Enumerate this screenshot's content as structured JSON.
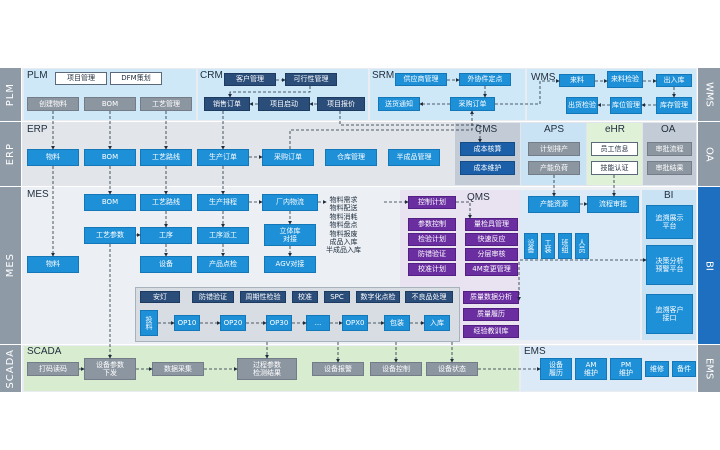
{
  "left_labels": {
    "plm": "PLM",
    "erp": "ERP",
    "mes": "MES",
    "scada": "SCADA"
  },
  "right_labels": {
    "wms": "WMS",
    "oa": "OA",
    "bi": "BI",
    "ems": "EMS"
  },
  "zones": {
    "plm": "PLM",
    "crm": "CRM",
    "srm": "SRM",
    "wms": "WMS",
    "erp": "ERP",
    "cms": "CMS",
    "aps": "APS",
    "ehr": "eHR",
    "oa": "OA",
    "mes": "MES",
    "qms": "QMS",
    "bi": "BI",
    "scada": "SCADA",
    "ems": "EMS"
  },
  "plm": {
    "project_mgmt": "项目管理",
    "dfm": "DFM策划",
    "create_material": "创建物料",
    "bom": "BOM",
    "process_mgmt": "工艺管理"
  },
  "crm": {
    "customer_mgmt": "客户管理",
    "feasibility": "可行性管理",
    "sales_order": "销售订单",
    "project_start": "项目启动",
    "project_quote": "项目报价"
  },
  "srm": {
    "supplier_mgmt": "供应商管理",
    "outsource_quote": "外协件定点",
    "delivery_notice": "送货通知",
    "purchase_order": "采购订单"
  },
  "wms": {
    "incoming": "来料",
    "incoming_inspect": "来料检验",
    "outbound": "出入库",
    "shipping_inspect": "出货检验",
    "stock_mgmt": "库位管理",
    "inventory_mgmt": "库存管理"
  },
  "erp": {
    "material": "物料",
    "bom": "BOM",
    "route": "工艺路线",
    "production_order": "生产订单",
    "purchase_order": "采购订单",
    "warehouse_mgmt": "仓库管理",
    "semi_finished": "半成品管理"
  },
  "cms": {
    "cost_accounting": "成本核算",
    "cost_maintenance": "成本维护"
  },
  "aps": {
    "planning": "计划排产",
    "capacity_load": "产能负荷",
    "capacity_resource": "产能资源",
    "process_approval": "流程审批"
  },
  "ehr": {
    "employee_info": "员工信息",
    "skill_cert": "技能认证"
  },
  "oa": {
    "approval_flow": "审批流程",
    "approval_result": "审批结果"
  },
  "mes": {
    "bom": "BOM",
    "route": "工艺路线",
    "process_params": "工艺参数",
    "process": "工序",
    "equipment": "设备",
    "production_schedule": "生产排程",
    "process_dispatch": "工序派工",
    "product_check": "产品点检",
    "factory_logistics": "厂内物流",
    "stereo_warehouse": "立体库\n对接",
    "agv": "AGV对接",
    "logistics_list": "物料需求\n物料配送\n物料消耗\n物料盘点\n物料报废\n成品入库\n半成品入库",
    "material": "物料"
  },
  "shop": {
    "andon": "安灯",
    "mistake_proof": "防错验证",
    "periodic_check": "周期性检验",
    "calibration": "校准",
    "spc": "SPC",
    "digital_check": "数字化点检",
    "defect_handling": "不良品处理",
    "feed": "投料",
    "op10": "OP10",
    "op20": "OP20",
    "op30": "OP30",
    "ellipsis": "...",
    "opx0": "OPX0",
    "packing": "包装",
    "storage": "入库"
  },
  "qms": {
    "control_plan": "控制计划",
    "param_control": "参数控制",
    "inspection_plan": "检验计划",
    "defense_verify": "防错验证",
    "calibration_plan": "校准计划",
    "quality_mgmt": "量检具管理",
    "rapid_response": "快速反应",
    "layered_audit": "分层审核",
    "change_4m": "4M变更管理",
    "quality_analysis": "质量数据分析",
    "quality_history": "质量履历",
    "experience_lib": "经验教训库"
  },
  "mes_res": {
    "equipment": "设备",
    "tooling": "工装",
    "team": "班组",
    "personnel": "人员"
  },
  "bi": {
    "tracking_platform": "追溯展示\n平台",
    "decision_platform": "决策分析\n预警平台",
    "customer_interface": "追溯客户\n接口"
  },
  "scada": {
    "scan_code": "打码读码",
    "param_dispatch": "设备参数\n下发",
    "data_collect": "数据采集",
    "process_params": "过程参数\n检测结果",
    "equipment_alarm": "设备报警",
    "equipment_control": "设备控制",
    "equipment_status": "设备状态"
  },
  "ems": {
    "equipment_record": "设备\n履历",
    "am_maint": "AM\n维护",
    "pm_maint": "PM\n维护",
    "repair": "维修",
    "spare_parts": "备件"
  }
}
